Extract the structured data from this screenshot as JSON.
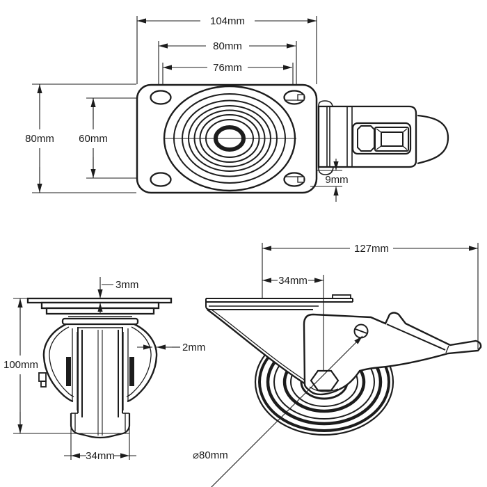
{
  "colors": {
    "line": "#1c1c1c",
    "background": "#ffffff"
  },
  "dims": {
    "top_plate_length": "104mm",
    "top_bolt_outer": "80mm",
    "top_bolt_inner": "76mm",
    "top_plate_width": "80mm",
    "top_bolt_vertical": "60mm",
    "top_hole_offset": "9mm",
    "front_plate_thickness": "3mm",
    "front_overall_height": "100mm",
    "front_tread_thickness": "2mm",
    "front_wheel_width": "34mm",
    "side_overall_length": "127mm",
    "side_swivel_offset": "34mm",
    "side_wheel_diameter": "⌀80mm"
  }
}
